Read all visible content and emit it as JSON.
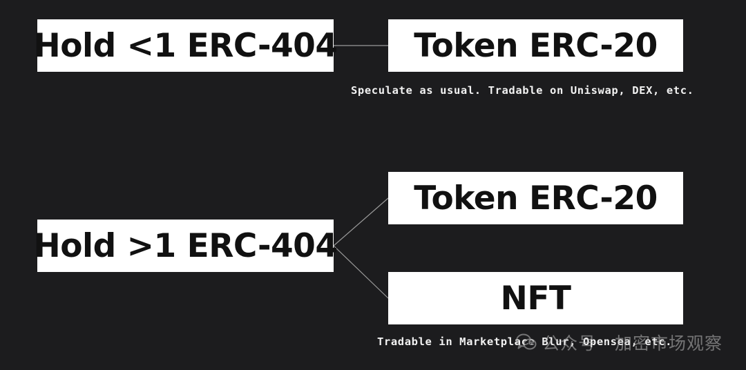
{
  "diagram": {
    "top": {
      "source_label": "Hold <1 ERC-404",
      "target_label": "Token ERC-20",
      "caption": "Speculate as usual. Tradable on Uniswap, DEX, etc."
    },
    "bottom": {
      "source_label": "Hold >1 ERC-404",
      "target_token_label": "Token ERC-20",
      "target_nft_label": "NFT",
      "caption": "Tradable in Marketplace Blur, Opensea, etc."
    }
  },
  "watermark": {
    "text": "公众号 · 加密市场观察",
    "icon": "wechat-icon"
  },
  "colors": {
    "background": "#1c1c1e",
    "box_fill": "#ffffff",
    "box_text": "#111111",
    "connector": "#9a9a9a",
    "caption_text": "#f2f2f2"
  }
}
